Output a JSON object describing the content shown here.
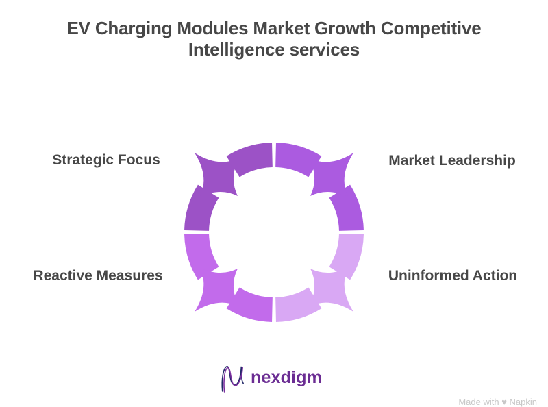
{
  "title": {
    "text": "EV Charging Modules Market Growth Competitive Intelligence services"
  },
  "diagram": {
    "type": "cycle-arrows",
    "segments": [
      {
        "label": "Strategic Focus",
        "position": "top-left",
        "color": "#9C52C6"
      },
      {
        "label": "Market Leadership",
        "position": "top-right",
        "color": "#AB5BE0"
      },
      {
        "label": "Reactive Measures",
        "position": "bottom-left",
        "color": "#C26BEB"
      },
      {
        "label": "Uninformed Action",
        "position": "bottom-right",
        "color": "#D9A8F4"
      }
    ]
  },
  "footer": {
    "logo_text": "nexdigm",
    "logo_color": "#6B2D93",
    "icon_color_primary": "#232A68",
    "icon_color_secondary": "#7A2F9E"
  },
  "watermark": {
    "text": "Made with ♥ Napkin"
  },
  "colors": {
    "title_text": "#474747",
    "label_text": "#474747",
    "background": "#FFFFFF"
  }
}
